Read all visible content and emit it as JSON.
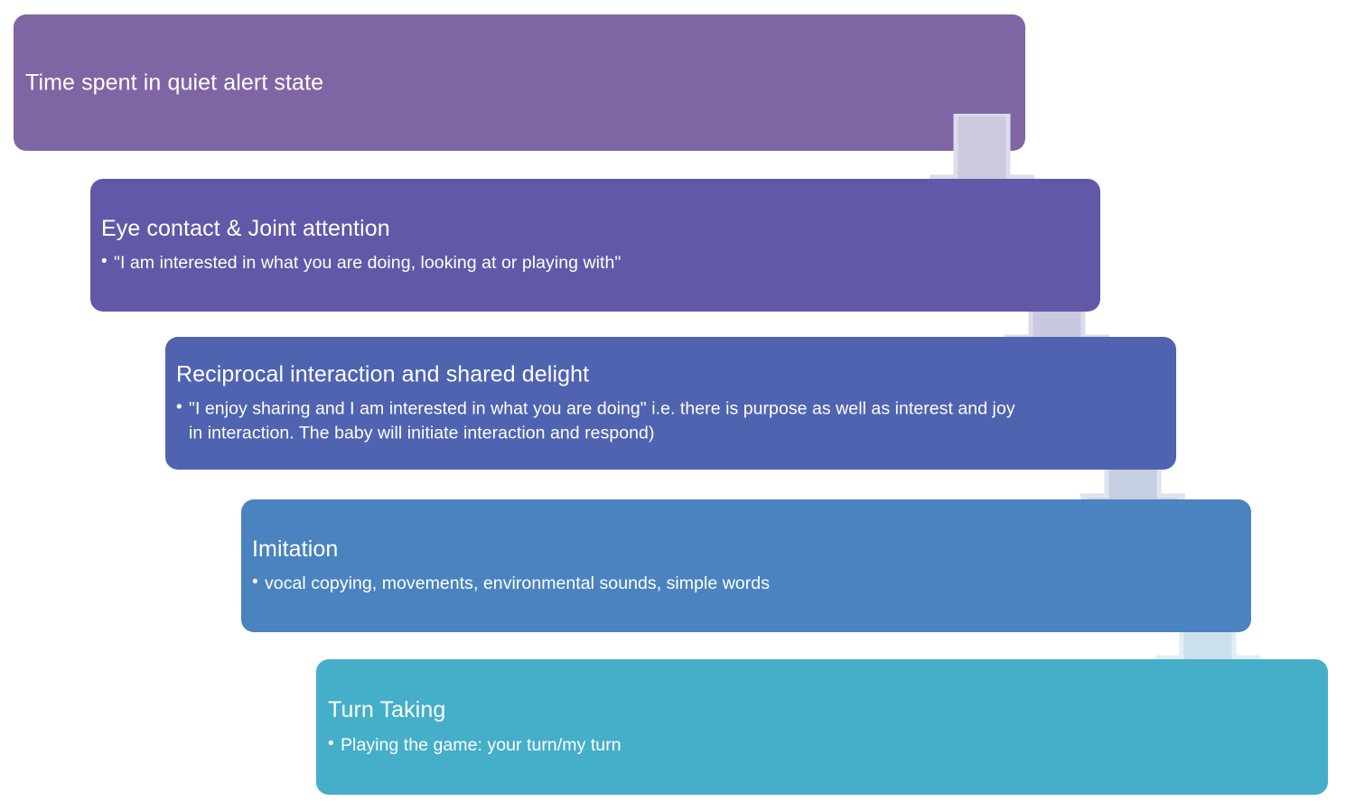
{
  "diagram": {
    "type": "staircase-process-flow",
    "title": "",
    "direction": "top-left to bottom-right, descending",
    "stages": [
      {
        "id": "quiet-alert",
        "title": "Time spent in quiet alert state",
        "bullets": [],
        "color": "#8065a5"
      },
      {
        "id": "eye-contact",
        "title": "Eye contact & Joint attention",
        "bullets": [
          "\"I am interested in what you are doing, looking at or playing with\""
        ],
        "color": "#6159a8"
      },
      {
        "id": "reciprocal-interaction",
        "title": "Reciprocal interaction and shared delight",
        "bullets": [
          "\"I enjoy sharing and I am interested in what you are doing\" i.e. there is purpose as well as interest and joy in interaction. The baby will initiate interaction and respond)"
        ],
        "color": "#4f63b0"
      },
      {
        "id": "imitation",
        "title": "Imitation",
        "bullets": [
          "vocal copying, movements, environmental sounds, simple words"
        ],
        "color": "#4a83bf"
      },
      {
        "id": "turn-taking",
        "title": "Turn Taking",
        "bullets": [
          "Playing the game: your turn/my turn"
        ],
        "color": "#45aec8"
      }
    ],
    "connectors": [
      {
        "id": "arrow-1",
        "icon": "down-arrow-icon",
        "from": "quiet-alert",
        "to": "eye-contact",
        "fill": "#cdcade",
        "edge": "#dcdaea"
      },
      {
        "id": "arrow-2",
        "icon": "down-arrow-icon",
        "from": "eye-contact",
        "to": "reciprocal-interaction",
        "fill": "#c9c8df",
        "edge": "#dbdaeb"
      },
      {
        "id": "arrow-3",
        "icon": "down-arrow-icon",
        "from": "reciprocal-interaction",
        "to": "imitation",
        "fill": "#c6cfe2",
        "edge": "#dde3ef"
      },
      {
        "id": "arrow-4",
        "icon": "down-arrow-icon",
        "from": "imitation",
        "to": "turn-taking",
        "fill": "#cbe0ea",
        "edge": "#e0edf3"
      }
    ],
    "background": "#ffffff",
    "text_color": "#ffffff"
  }
}
